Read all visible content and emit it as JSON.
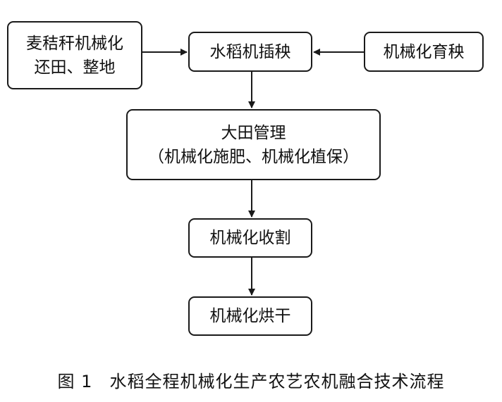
{
  "nodes": {
    "straw": {
      "line1": "麦秸秆机械化",
      "line2": "还田、整地"
    },
    "transplant": {
      "label": "水稻机插秧"
    },
    "seedling": {
      "label": "机械化育秧"
    },
    "field": {
      "line1": "大田管理",
      "line2": "（机械化施肥、机械化植保）"
    },
    "harvest": {
      "label": "机械化收割"
    },
    "dry": {
      "label": "机械化烘干"
    }
  },
  "edges": [
    {
      "from": "straw",
      "to": "transplant"
    },
    {
      "from": "seedling",
      "to": "transplant"
    },
    {
      "from": "transplant",
      "to": "field"
    },
    {
      "from": "field",
      "to": "harvest"
    },
    {
      "from": "harvest",
      "to": "dry"
    }
  ],
  "caption": {
    "label": "图 1",
    "text": "水稻全程机械化生产农艺农机融合技术流程"
  }
}
